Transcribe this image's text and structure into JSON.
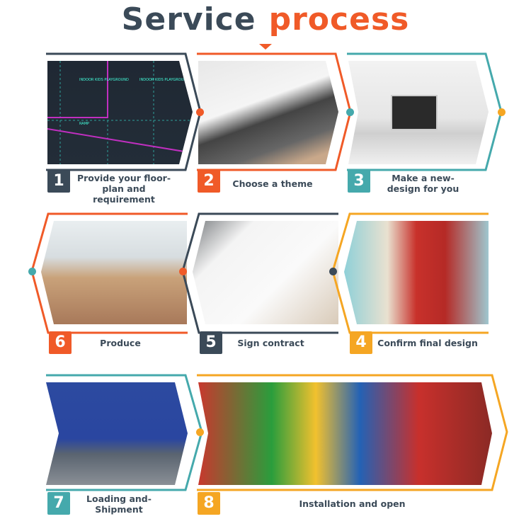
{
  "title": {
    "part1": "Service",
    "part2": "process"
  },
  "colors": {
    "dark": "#3b4a58",
    "orange": "#f05a28",
    "teal": "#45a9ac",
    "yellow": "#f5a623"
  },
  "steps": [
    {
      "number": "1",
      "label": "Provide your floor-plan and requirement",
      "photo": "floor-plan-cad-drawing"
    },
    {
      "number": "2",
      "label": "Choose a theme",
      "photo": "laptop-browsing"
    },
    {
      "number": "3",
      "label": "Make a new-design for you",
      "photo": "3d-design-on-monitor"
    },
    {
      "number": "4",
      "label": "Confirm final design",
      "photo": "playhouse-rendering"
    },
    {
      "number": "5",
      "label": "Sign contract",
      "photo": "signing-contract"
    },
    {
      "number": "6",
      "label": "Produce",
      "photo": "factory-worker"
    },
    {
      "number": "7",
      "label": "Loading and-Shipment",
      "photo": "container-trucks"
    },
    {
      "number": "8",
      "label": "Installation and open",
      "photo": "indoor-playground"
    }
  ]
}
